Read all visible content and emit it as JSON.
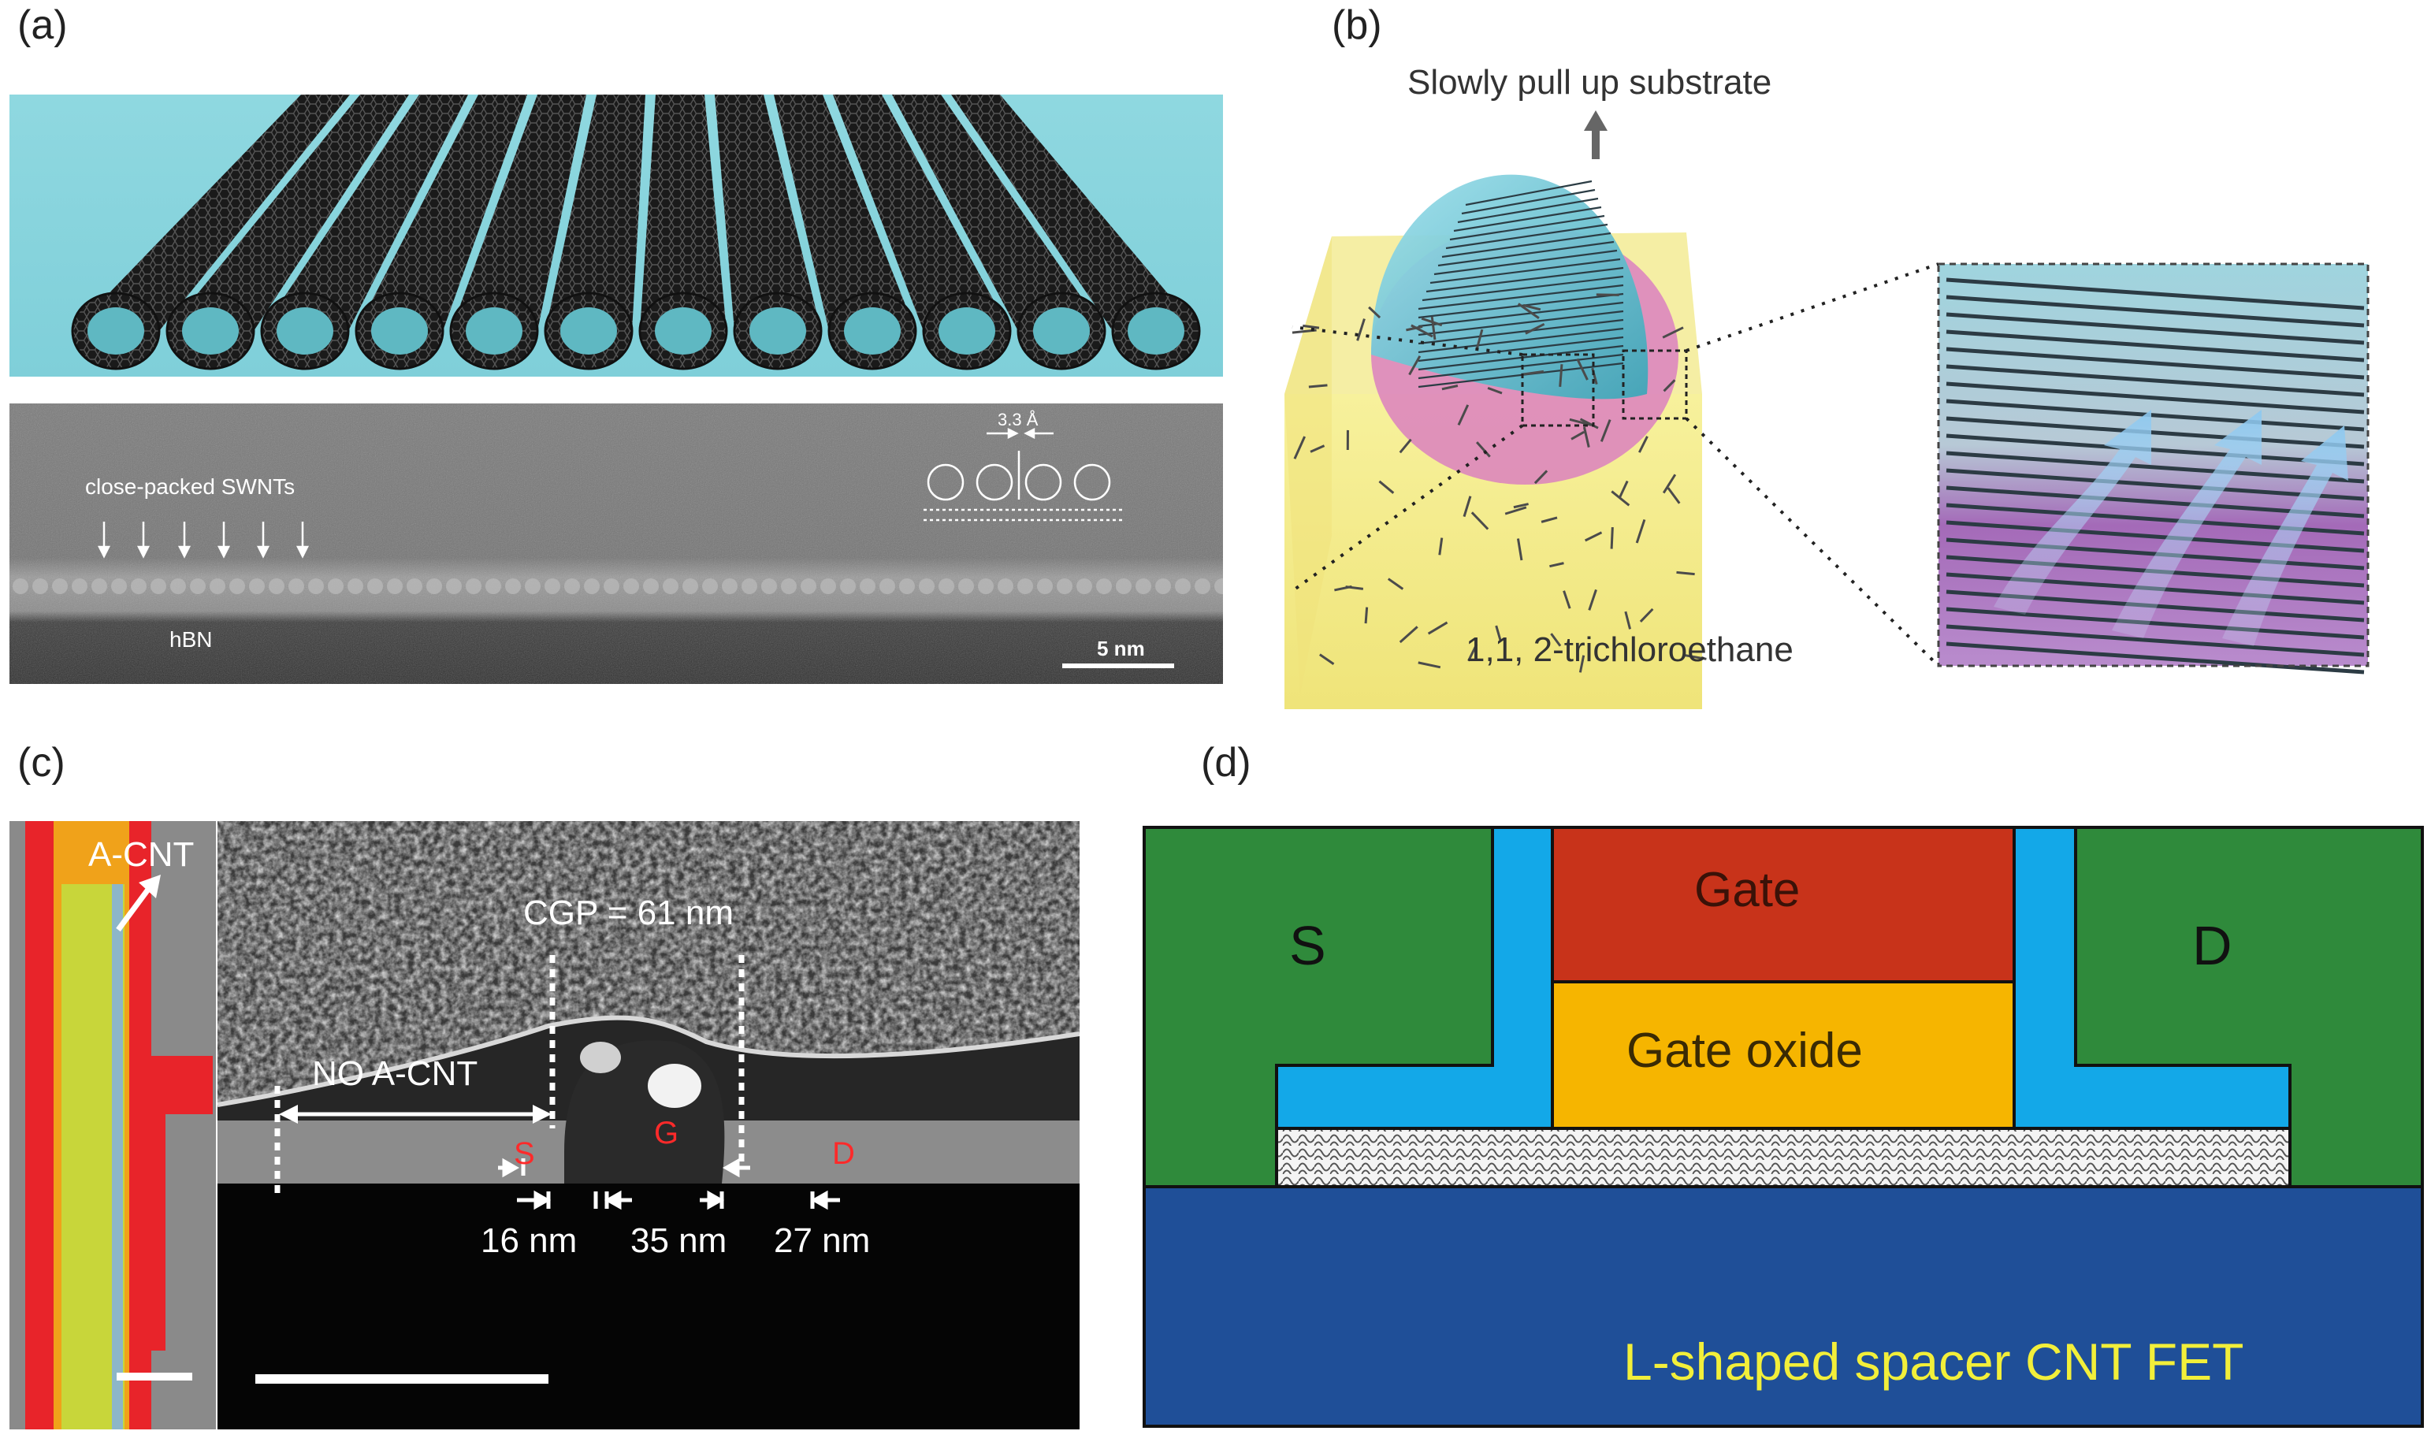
{
  "panels": {
    "a": {
      "label": "(a)",
      "tem": {
        "annotation": "close-packed SWNTs",
        "spacing": "3.3 Å",
        "substrate": "hBN",
        "scalebar": "5 nm"
      }
    },
    "b": {
      "label": "(b)",
      "arrow_text": "Slowly pull up substrate",
      "solvent": "1,1, 2-trichloroethane"
    },
    "c": {
      "label": "(c)",
      "acnt": "A-CNT",
      "cgp": "CGP = 61 nm",
      "no_acnt": "NO A-CNT",
      "s": "S",
      "g": "G",
      "d": "D",
      "dim1": "16 nm",
      "dim2": "35 nm",
      "dim3": "27 nm"
    },
    "d": {
      "label": "(d)",
      "source": "S",
      "drain": "D",
      "gate": "Gate",
      "oxide": "Gate oxide",
      "caption": "L-shaped spacer CNT FET"
    }
  },
  "colors": {
    "substrate_cyan": "#86d3dc",
    "green": "#2e8b3a",
    "spacer_blue": "#12a6e6",
    "gate_red": "#c8331a",
    "oxide_yellow": "#f6b500",
    "base_blue": "#1c4f98",
    "caption_yellow": "#f2ef3a",
    "label_red": "#ff2a2a"
  }
}
